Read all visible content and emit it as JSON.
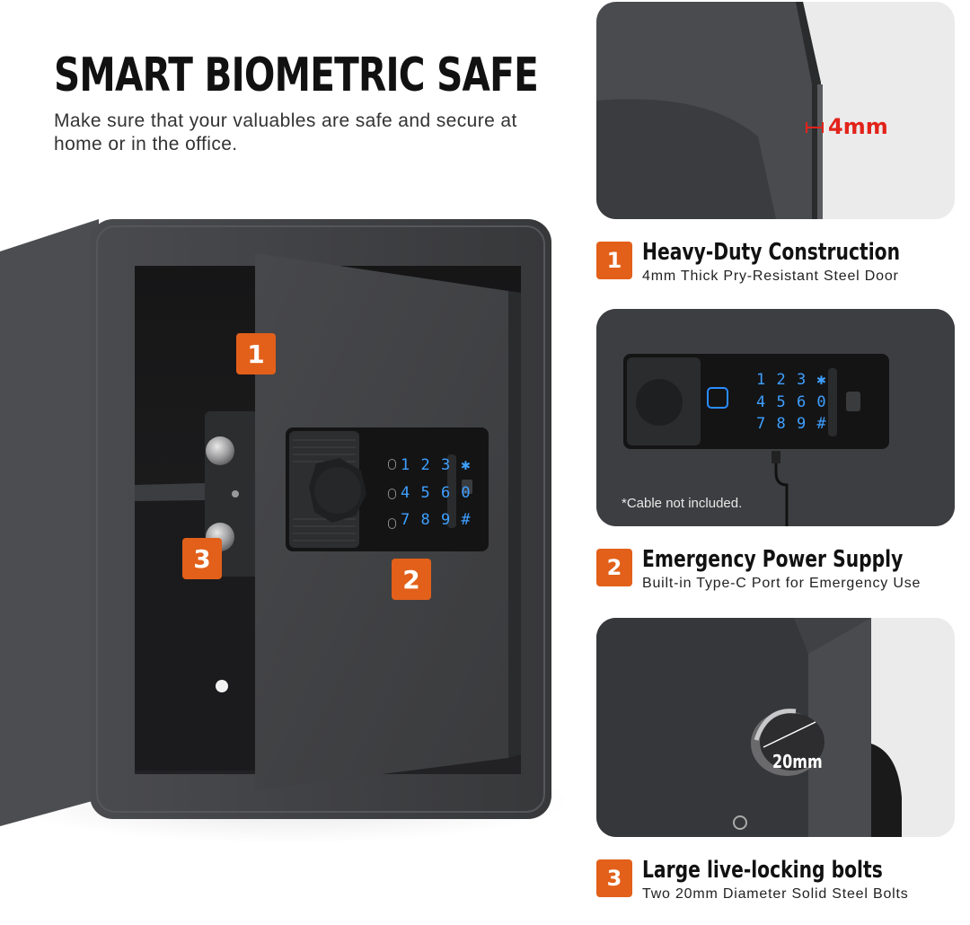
{
  "header": {
    "title": "SMART BIOMETRIC SAFE",
    "subtitle": "Make sure that your valuables are safe and secure at home or in the office."
  },
  "keypad": {
    "row1": "1 2 3 ✱",
    "row2": "4 5 6 0",
    "row3": "7 8 9 #"
  },
  "callouts": {
    "badge1": "1",
    "badge2": "2",
    "badge3": "3"
  },
  "features": [
    {
      "number": "1",
      "title": "Heavy-Duty Construction",
      "desc": "4mm Thick Pry-Resistant Steel Door"
    },
    {
      "number": "2",
      "title": "Emergency Power Supply",
      "desc": "Built-in Type-C Port for Emergency Use"
    },
    {
      "number": "3",
      "title": "Large live-locking bolts",
      "desc": "Two 20mm Diameter Solid Steel Bolts"
    }
  ],
  "panels": {
    "thickness_label": "4mm",
    "cable_note": "*Cable not included.",
    "bolt_label": "20mm"
  },
  "colors": {
    "accent": "#e2601a",
    "measure_red": "#e2231a",
    "safe_body": "#3b3c3e",
    "keypad_glow": "#2a8cff"
  }
}
